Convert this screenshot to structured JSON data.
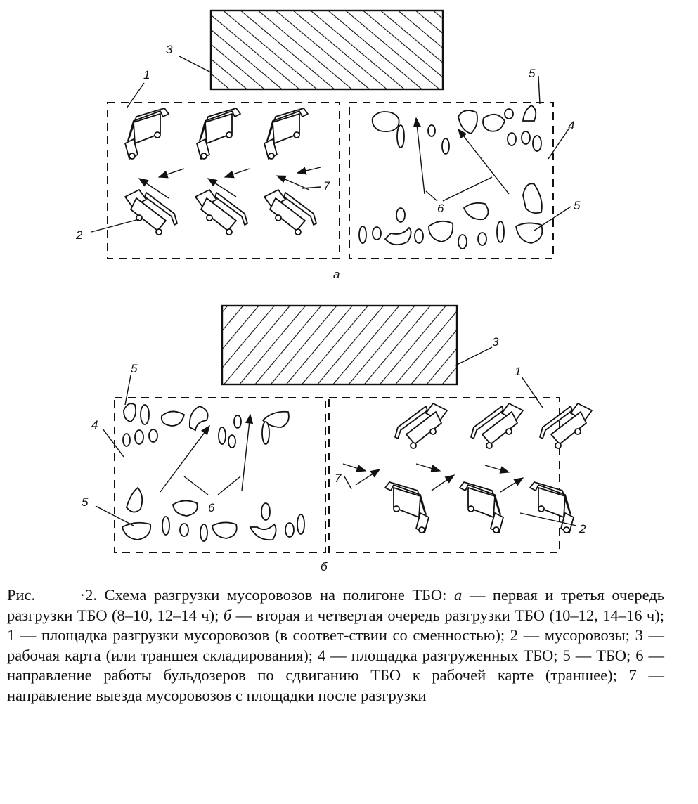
{
  "figure": {
    "panel_a_letter": "а",
    "panel_b_letter": "б",
    "callouts": {
      "c1": "1",
      "c2": "2",
      "c3": "3",
      "c4": "4",
      "c5": "5",
      "c6": "6",
      "c7": "7"
    }
  },
  "caption": {
    "prefix": "Рис.",
    "number": "·2.",
    "title": " Схема разгрузки мусоровозов на полигоне ТБО",
    "colon": ": ",
    "a_letter": "а",
    "a_text": " — первая и третья очередь разгрузки ТБО (8–10, 12–14 ч); ",
    "b_letter": "б",
    "b_text": " — вторая и четвертая очередь разгрузки ТБО (10–12, 14–16 ч); 1 — площадка разгрузки мусоровозов (в соответ-ствии со сменностью); 2 — мусоровозы; 3 — рабочая карта (или траншея складирования); 4 — площадка разгруженных ТБО; 5 — ТБО; 6 — направление работы бульдозеров по сдвиганию ТБО к рабочей карте (траншее); 7 — направление выезда мусоровозов с площадки после разгрузки"
  }
}
